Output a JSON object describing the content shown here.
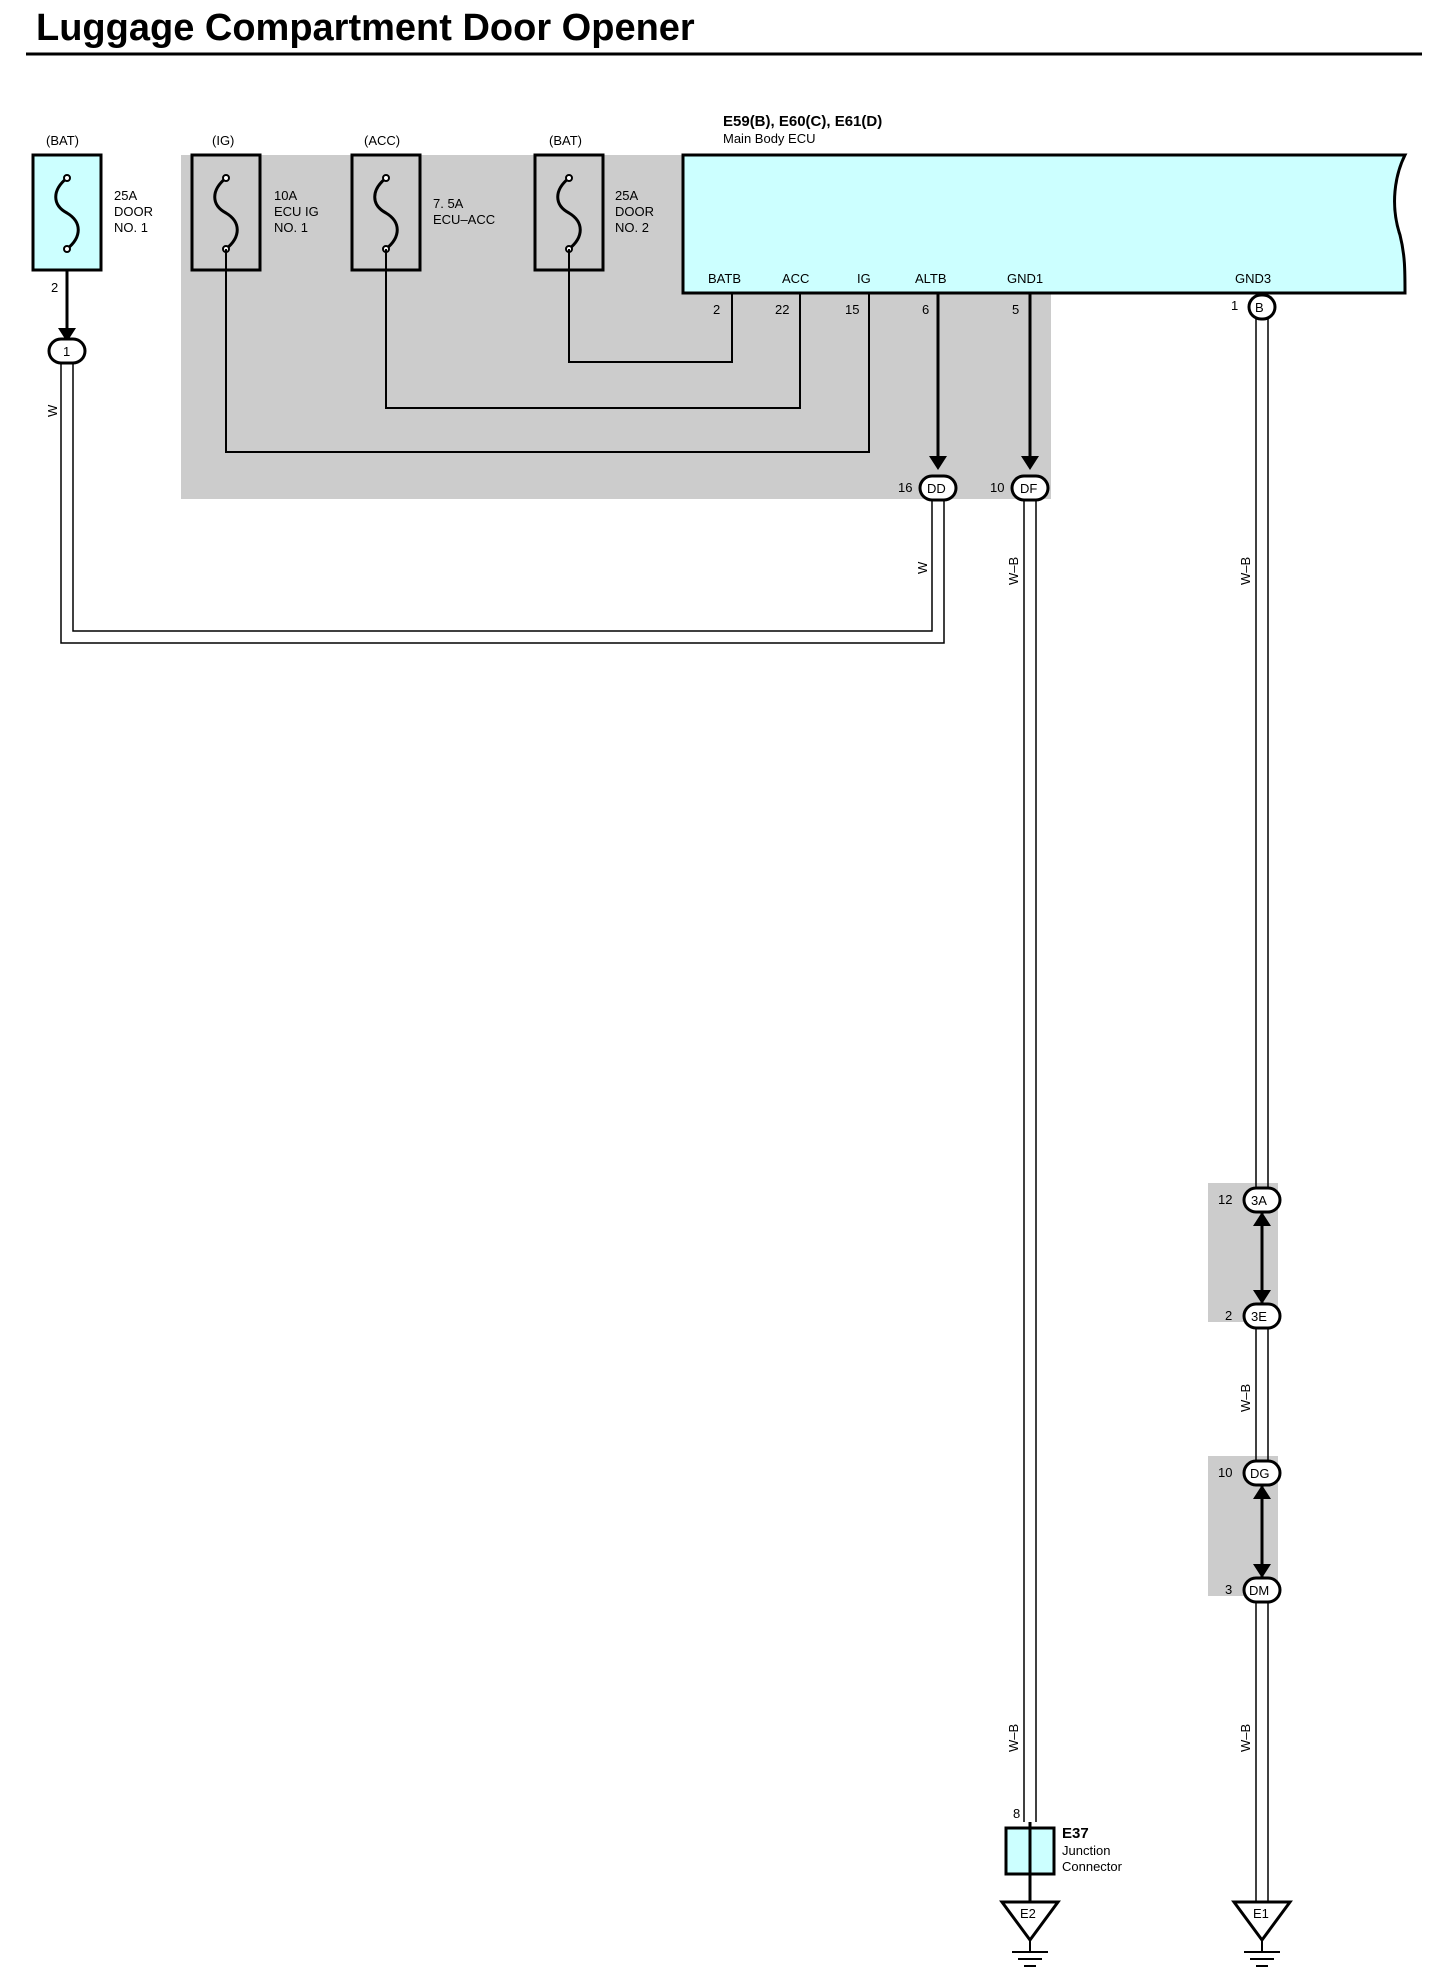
{
  "title": "Luggage Compartment Door Opener",
  "fuses": [
    {
      "source": "(BAT)",
      "lines": [
        "25A",
        "DOOR",
        "NO. 1"
      ],
      "pin": "2"
    },
    {
      "source": "(IG)",
      "lines": [
        "10A",
        "ECU IG",
        "NO. 1"
      ]
    },
    {
      "source": "(ACC)",
      "lines": [
        "7. 5A",
        "ECU–ACC"
      ]
    },
    {
      "source": "(BAT)",
      "lines": [
        "25A",
        "DOOR",
        "NO. 2"
      ]
    }
  ],
  "ecu": {
    "connectors": "E59(B), E60(C), E61(D)",
    "name": "Main Body ECU",
    "terminals": [
      {
        "name": "BATB",
        "pin": "2"
      },
      {
        "name": "ACC",
        "pin": "22"
      },
      {
        "name": "IG",
        "pin": "15"
      },
      {
        "name": "ALTB",
        "pin": "6"
      },
      {
        "name": "GND1",
        "pin": "5"
      },
      {
        "name": "GND3",
        "pin": "1",
        "conn": "B"
      }
    ]
  },
  "connectors": {
    "fuse1_conn": "1",
    "dd": {
      "pin": "16",
      "id": "DD"
    },
    "df": {
      "pin": "10",
      "id": "DF"
    },
    "a3": {
      "pin": "12",
      "id": "3A"
    },
    "e3": {
      "pin": "2",
      "id": "3E"
    },
    "dg": {
      "pin": "10",
      "id": "DG"
    },
    "dm": {
      "pin": "3",
      "id": "DM"
    }
  },
  "wires": {
    "w": "W",
    "wb": "W–B"
  },
  "junction": {
    "pin": "8",
    "id": "E37",
    "lines": [
      "Junction",
      "Connector"
    ]
  },
  "grounds": {
    "g1": "E2",
    "g2": "E1"
  },
  "colors": {
    "component_fill": "#ccffff",
    "junction_block": "#cccccc",
    "wire": "#000000"
  }
}
